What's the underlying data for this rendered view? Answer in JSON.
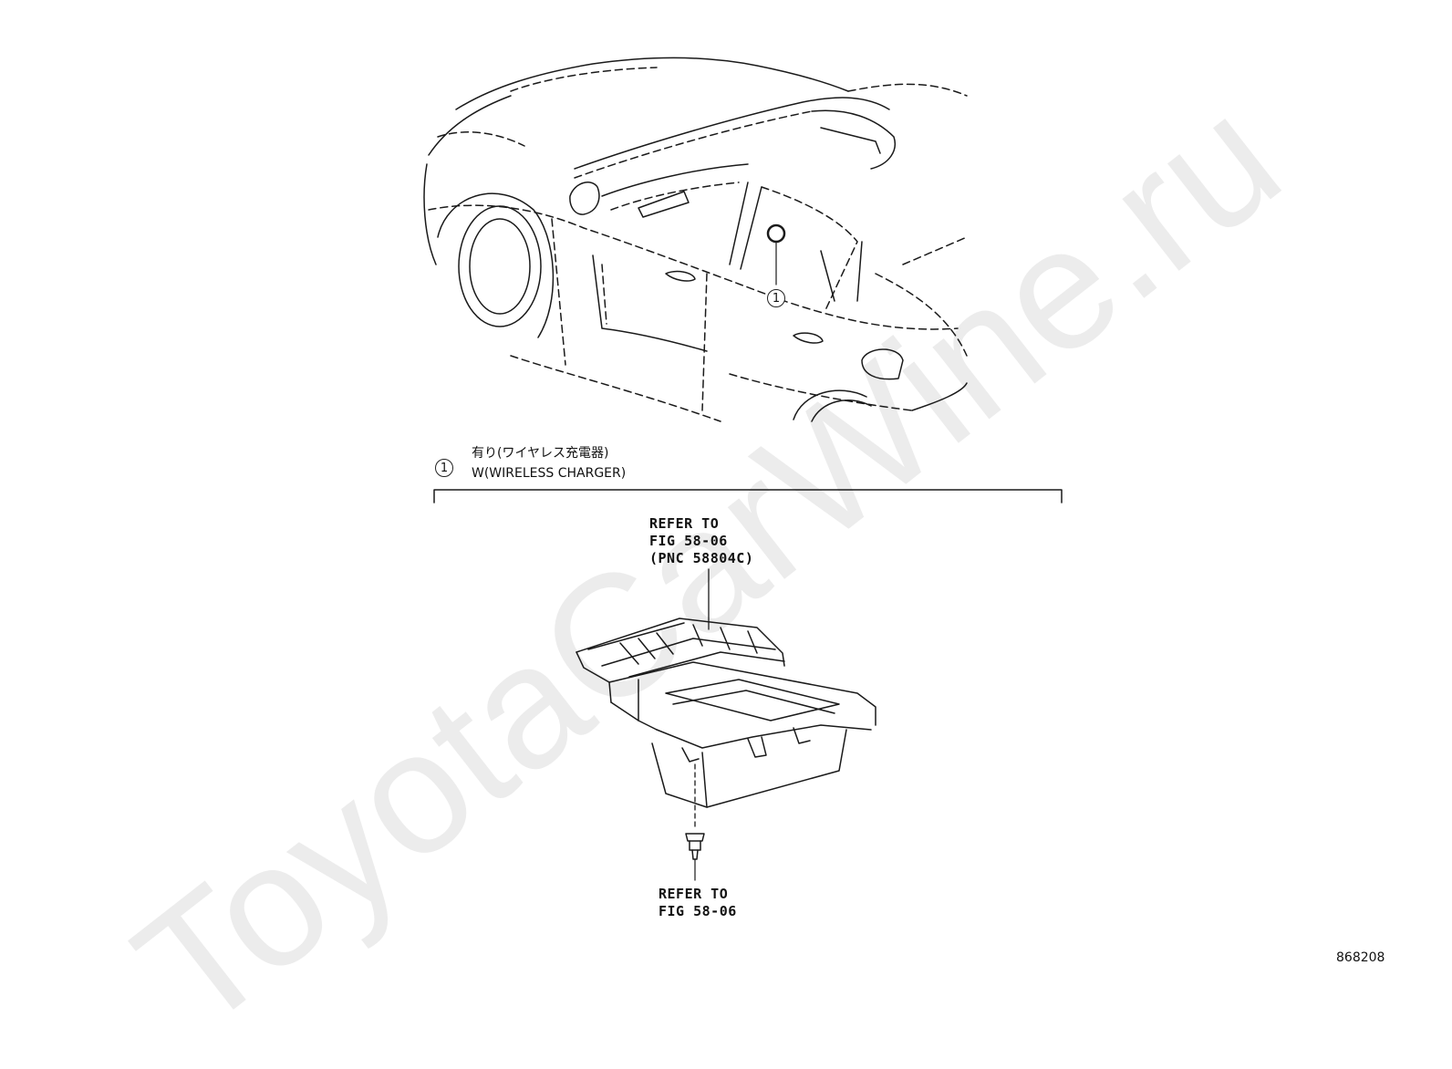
{
  "watermark": "ToyotaCarWine.ru",
  "callouts": [
    {
      "number": "1",
      "ja": "有り(ワイヤレス充電器)",
      "en": "W(WIRELESS CHARGER)"
    }
  ],
  "refs": {
    "upper": [
      "REFER TO",
      "FIG 58-06",
      "(PNC 58804C)"
    ],
    "lower": [
      "REFER TO",
      "FIG 58-06"
    ]
  },
  "illustration_id": "868208"
}
